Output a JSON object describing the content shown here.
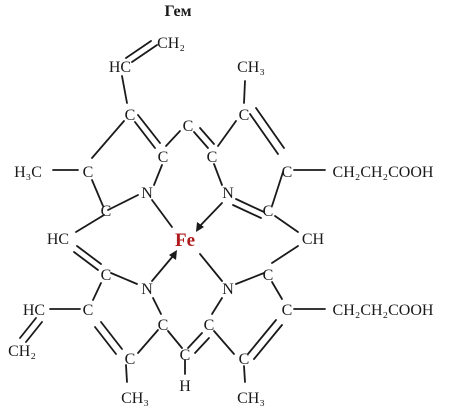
{
  "title": "Гем",
  "center_atom": {
    "label": "Fe",
    "color": "#b01c1c"
  },
  "atoms": {
    "ch2_vinyl_top": "CH₂",
    "hc_vinyl_top": "HC",
    "methyl_top_right": "CH₃",
    "methyl_left": "H₃C",
    "propionate_upper": "CH₂CH₂COOH",
    "propionate_lower": "CH₂CH₂COOH",
    "meso_left": "HC",
    "meso_right": "CH",
    "hc_vinyl_bottom": "HC",
    "ch2_vinyl_bottom": "CH₂",
    "methyl_bottom_left": "CH₃",
    "methyl_bottom_right": "CH₃",
    "meso_bottom_h": "H",
    "n_top_left": "N",
    "n_top_right": "N",
    "n_bottom_left": "N",
    "n_bottom_right": "N",
    "c_a1": "C",
    "c_a2": "C",
    "c_a3": "C",
    "c_a4": "C",
    "c_b1": "C",
    "c_b2": "C",
    "c_b3": "C",
    "c_b4": "C",
    "c_c1": "C",
    "c_c2": "C",
    "c_c3": "C",
    "c_c4": "C",
    "c_d1": "C",
    "c_d2": "C",
    "c_d3": "C",
    "c_d4": "C",
    "c_meso_top": "C",
    "c_meso_bottom": "C"
  },
  "colors": {
    "ink": "#1a1a1a",
    "iron": "#b01c1c"
  }
}
